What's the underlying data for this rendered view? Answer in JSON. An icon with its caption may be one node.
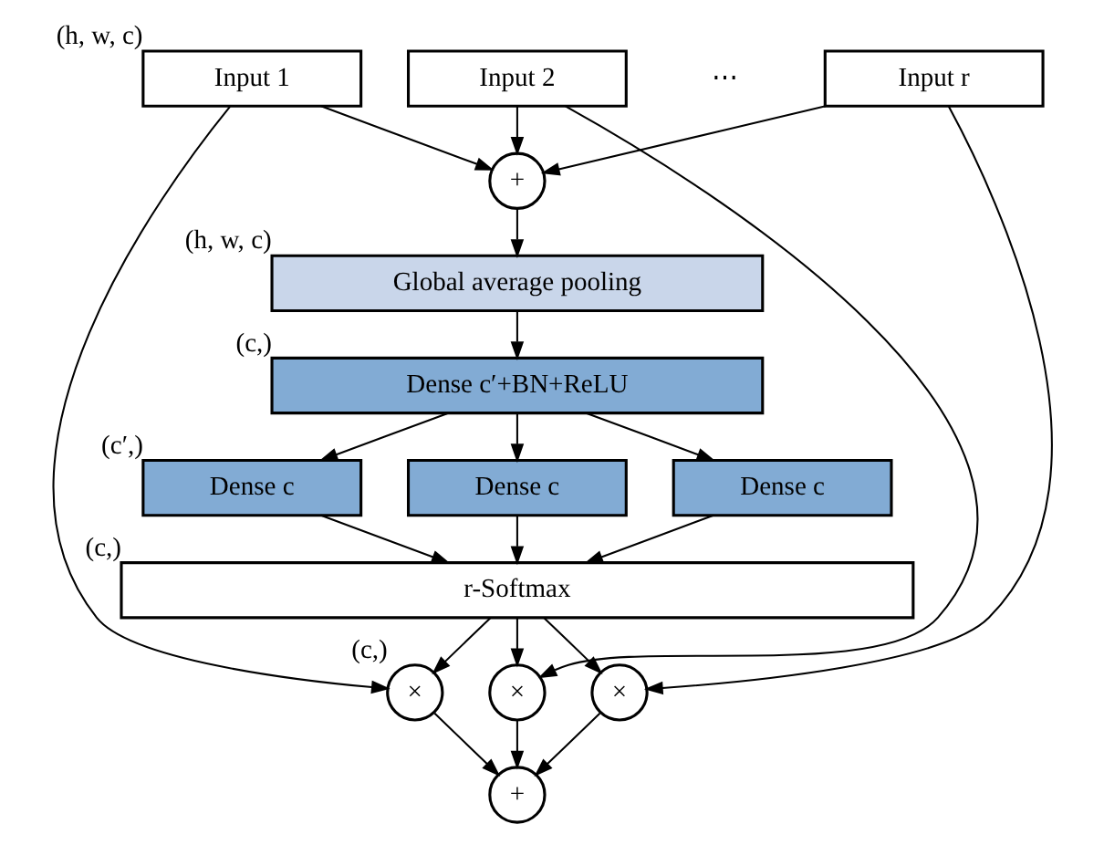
{
  "diagram": {
    "nodes": [
      {
        "text": [
          "Input 1"
        ],
        "beside": [
          "(h, w, c)"
        ]
      },
      {
        "text": [
          "Input 2"
        ]
      },
      {
        "text": [
          "Input r"
        ]
      },
      {
        "text": [
          "+"
        ]
      },
      {
        "text": [
          "Global average pooling"
        ],
        "beside": [
          "(h, w, c)"
        ]
      },
      {
        "text": [
          "Dense c′+BN+ReLU"
        ],
        "beside": [
          "(c,)"
        ]
      },
      {
        "text": [
          "Dense c"
        ],
        "beside": [
          "(c′,)"
        ]
      },
      {
        "text": [
          "Dense c"
        ]
      },
      {
        "text": [
          "Dense c"
        ]
      },
      {
        "text": [
          "r-Softmax"
        ],
        "beside": [
          "(c,)"
        ]
      },
      {
        "text": [
          "×"
        ],
        "beside": [
          "(c,)"
        ]
      },
      {
        "text": [
          "×"
        ]
      },
      {
        "text": [
          "×"
        ]
      },
      {
        "text": [
          "+"
        ]
      }
    ],
    "edges": [
      {
        "from": 0,
        "to": 3,
        "arrow": "to"
      },
      {
        "from": 1,
        "to": 3,
        "arrow": "to"
      },
      {
        "from": 2,
        "to": 3,
        "arrow": "to"
      },
      {
        "from": 3,
        "to": 4,
        "arrow": "to"
      },
      {
        "from": 4,
        "to": 5,
        "arrow": "to"
      },
      {
        "from": 5,
        "to": 6,
        "arrow": "to"
      },
      {
        "from": 5,
        "to": 7,
        "arrow": "to"
      },
      {
        "from": 5,
        "to": 8,
        "arrow": "to"
      },
      {
        "from": 6,
        "to": 9,
        "arrow": "to"
      },
      {
        "from": 7,
        "to": 9,
        "arrow": "to"
      },
      {
        "from": 8,
        "to": 9,
        "arrow": "to"
      },
      {
        "from": 9,
        "to": 10,
        "arrow": "to"
      },
      {
        "from": 9,
        "to": 11,
        "arrow": "to"
      },
      {
        "from": 9,
        "to": 12,
        "arrow": "to"
      },
      {
        "from": 0,
        "to": 10,
        "arrow": "to"
      },
      {
        "from": 1,
        "to": 11,
        "arrow": "to"
      },
      {
        "from": 2,
        "to": 12,
        "arrow": "to"
      },
      {
        "from": 10,
        "to": 13,
        "arrow": "to"
      },
      {
        "from": 11,
        "to": 13,
        "arrow": "to"
      },
      {
        "from": 12,
        "to": 13,
        "arrow": "to"
      }
    ],
    "labels": [
      "⋯"
    ]
  }
}
